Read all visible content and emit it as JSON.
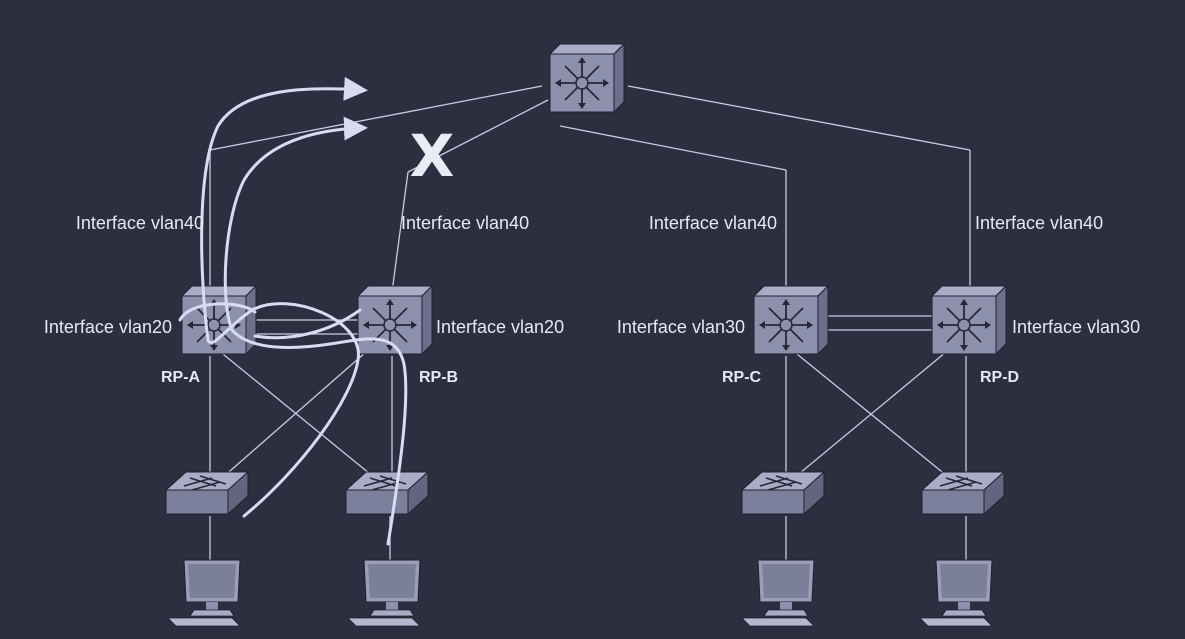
{
  "colors": {
    "background": "#2d2f41",
    "device_face": "#8d90ac",
    "line": "#c9cde0",
    "text": "#e6e8f2"
  },
  "icons": {
    "core": "multilayer-switch-icon",
    "router": "multilayer-switch-icon",
    "access": "workgroup-switch-icon",
    "host": "workstation-icon"
  },
  "failure_mark": "X",
  "labels": {
    "a_vlan40": "Interface vlan40",
    "b_vlan40": "Interface vlan40",
    "c_vlan40": "Interface vlan40",
    "d_vlan40": "Interface vlan40",
    "a_vlan20": "Interface vlan20",
    "b_vlan20": "Interface vlan20",
    "c_vlan30": "Interface vlan30",
    "d_vlan30": "Interface vlan30"
  },
  "routers": {
    "a": "RP-A",
    "b": "RP-B",
    "c": "RP-C",
    "d": "RP-D"
  }
}
